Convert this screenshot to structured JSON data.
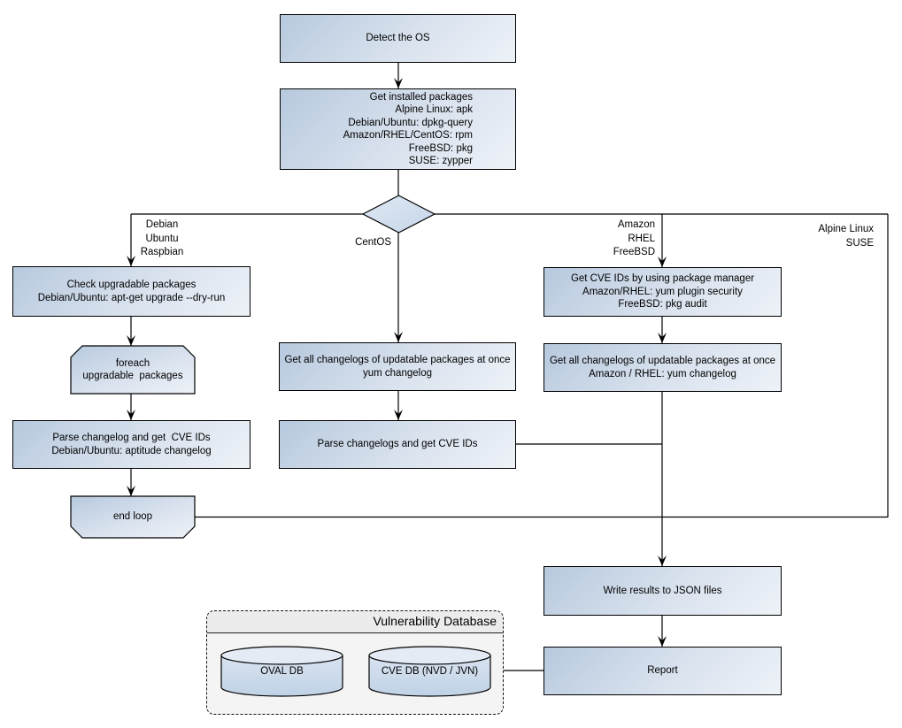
{
  "nodes": {
    "detect_os": {
      "label": "Detect the OS"
    },
    "get_installed_packages": {
      "label": "Get installed packages\nAlpine Linux: apk\nDebian/Ubuntu: dpkg-query\nAmazon/RHEL/CentOS: rpm\nFreeBSD: pkg\nSUSE: zypper"
    },
    "check_upgradable": {
      "label": "Check upgradable packages\nDebian/Ubuntu: apt-get upgrade --dry-run"
    },
    "foreach_loop": {
      "label": "foreach\nupgradable  packages"
    },
    "parse_changelog_debian": {
      "label": "Parse changelog and get  CVE IDs\nDebian/Ubuntu: aptitude changelog"
    },
    "end_loop": {
      "label": "end loop"
    },
    "get_changelogs_centos": {
      "label": "Get all changelogs of updatable packages at once\nyum changelog"
    },
    "parse_changelogs_centos": {
      "label": "Parse changelogs and get CVE IDs"
    },
    "get_cve_ids_package_manager": {
      "label": "Get CVE IDs by using package manager\nAmazon/RHEL: yum plugin security\nFreeBSD: pkg audit"
    },
    "get_changelogs_amazon": {
      "label": "Get all changelogs of updatable packages at once\nAmazon / RHEL: yum changelog"
    },
    "write_results": {
      "label": "Write results to JSON files"
    },
    "report": {
      "label": "Report"
    },
    "vulnerability_database": {
      "title": "Vulnerability Database"
    },
    "oval_db": {
      "label": "OVAL DB"
    },
    "cve_db": {
      "label": "CVE DB (NVD / JVN)"
    }
  },
  "edge_labels": {
    "debian_branch": "Debian\nUbuntu\nRaspbian",
    "centos_branch": "CentOS",
    "amazon_branch": "Amazon\nRHEL\nFreeBSD",
    "alpine_branch": "Alpine Linux\nSUSE"
  },
  "colors": {
    "node_gradient_start": "#b7c9de",
    "node_gradient_end": "#eef2f8",
    "diamond_gradient_start": "#e0e9f4",
    "diamond_gradient_end": "#c5d5e8",
    "border": "#000000",
    "db_container_fill": "#f4f4f4",
    "db_title_band_fill": "#ececec"
  }
}
